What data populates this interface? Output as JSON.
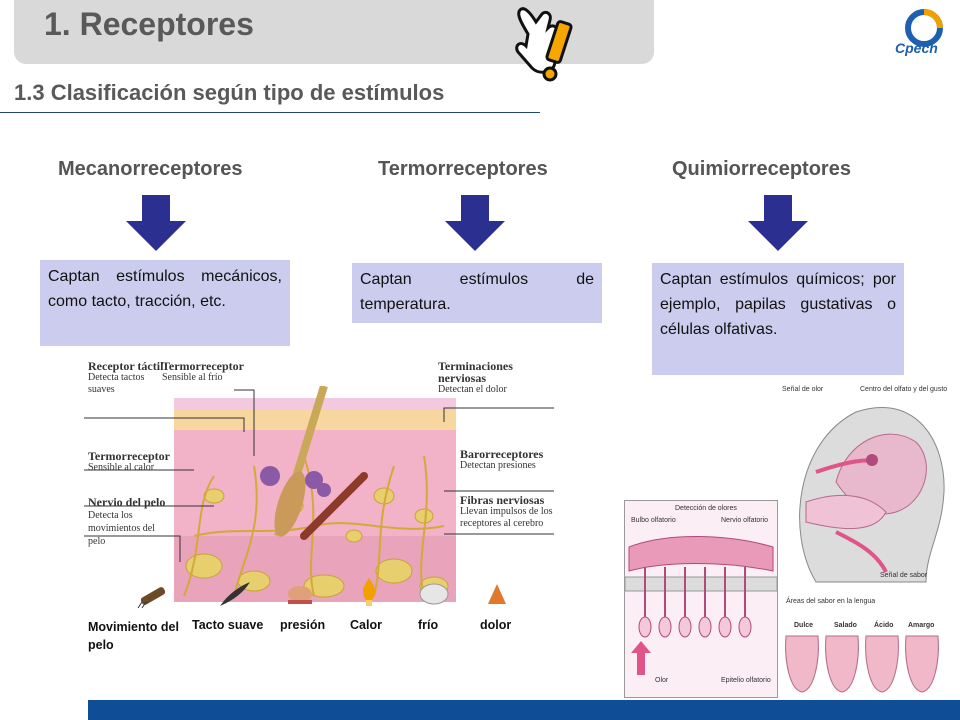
{
  "header": {
    "title": "1. Receptores",
    "logo_text": "Cpech"
  },
  "subtitle": "1.3 Clasificación según tipo de estímulos",
  "columns": [
    {
      "title": "Mecanorreceptores",
      "text": "Captan estímulos mecánicos, como tacto, tracción, etc."
    },
    {
      "title": "Termorreceptores",
      "text": "Captan estímulos de temperatura."
    },
    {
      "title": "Quimiorreceptores",
      "text": "Captan estímulos químicos; por ejemplo, papilas gustativas o células olfativas."
    }
  ],
  "skin_figure": {
    "labels_left": [
      {
        "title": "Receptor táctil",
        "sub": "Detecta tactos suaves"
      },
      {
        "title": "Termorreceptor",
        "sub": "Sensible al frío"
      },
      {
        "title": "Termorreceptor",
        "sub": "Sensible al calor"
      },
      {
        "title": "Nervio del pelo",
        "sub": "Detecta los movimientos del pelo"
      }
    ],
    "labels_right": [
      {
        "title": "Terminaciones nerviosas",
        "sub": "Detectan el dolor"
      },
      {
        "title": "Barorreceptores",
        "sub": "Detectan presiones"
      },
      {
        "title": "Fibras nerviosas",
        "sub": "Llevan impulsos de los receptores al cerebro"
      }
    ],
    "stimuli": [
      "Movimiento del pelo",
      "Tacto suave",
      "presión",
      "Calor",
      "frío",
      "dolor"
    ]
  },
  "head_figure": {
    "labels": [
      "Señal de olor",
      "Centro del olfato y del gusto",
      "Señal de sabor",
      "Áreas del sabor en la lengua"
    ],
    "taste_areas": [
      "Dulce",
      "Salado",
      "Ácido",
      "Amargo"
    ]
  },
  "nose_figure": {
    "title": "Detección de olores",
    "labels": [
      "Bulbo olfatorio",
      "Nervio olfatorio",
      "Olor",
      "Epitelio olfatorio"
    ]
  },
  "colors": {
    "accent_blue": "#2b2f8f",
    "box_fill": "#ccccee",
    "footer": "#0f4d96"
  }
}
